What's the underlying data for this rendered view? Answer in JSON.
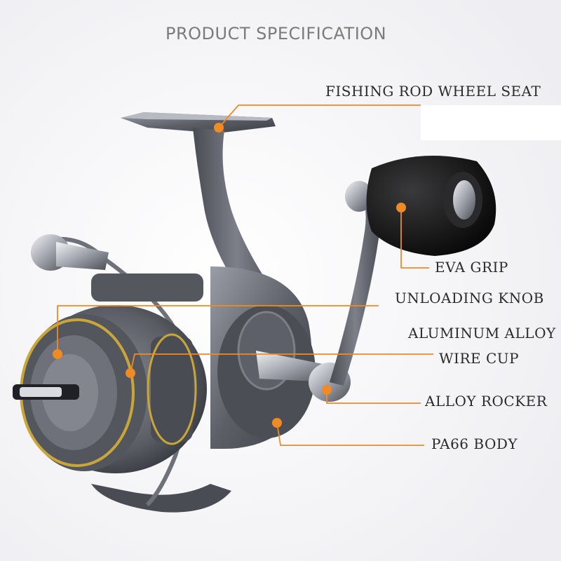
{
  "title": "PRODUCT SPECIFICATION",
  "callouts": [
    {
      "id": "seat",
      "label": "FISHING ROD WHEEL SEAT"
    },
    {
      "id": "eva",
      "label": "EVA GRIP"
    },
    {
      "id": "knob",
      "label": "UNLOADING KNOB"
    },
    {
      "id": "cup_line1",
      "label": "ALUMINUM ALLOY"
    },
    {
      "id": "cup_line2",
      "label": "WIRE CUP"
    },
    {
      "id": "rocker",
      "label": "ALLOY ROCKER"
    },
    {
      "id": "body",
      "label": "PA66 BODY"
    }
  ],
  "colors": {
    "accent": "#f08a24",
    "title": "#7b7b7b",
    "label": "#2b2b2b",
    "metal": "#6d6f78",
    "grip": "#111111",
    "gold_ring": "#c9a63a"
  }
}
